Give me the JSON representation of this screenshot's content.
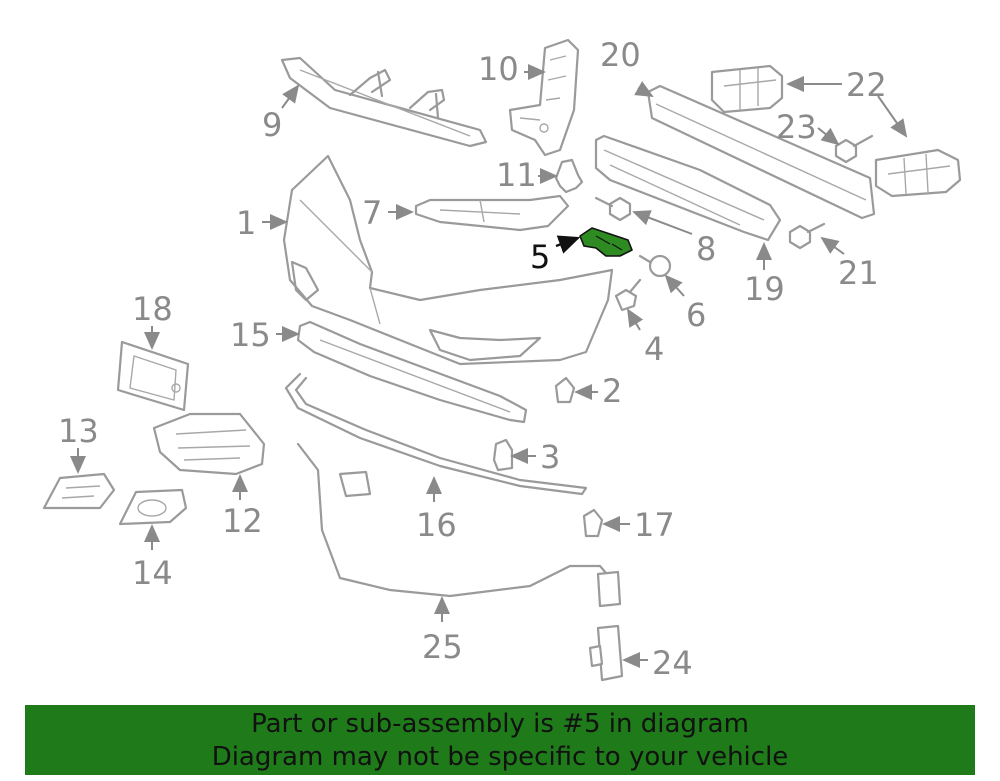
{
  "callouts": [
    {
      "id": "1",
      "text": "1"
    },
    {
      "id": "2",
      "text": "2"
    },
    {
      "id": "3",
      "text": "3"
    },
    {
      "id": "4",
      "text": "4"
    },
    {
      "id": "5",
      "text": "5"
    },
    {
      "id": "6",
      "text": "6"
    },
    {
      "id": "7",
      "text": "7"
    },
    {
      "id": "8",
      "text": "8"
    },
    {
      "id": "9",
      "text": "9"
    },
    {
      "id": "10",
      "text": "10"
    },
    {
      "id": "11",
      "text": "11"
    },
    {
      "id": "12",
      "text": "12"
    },
    {
      "id": "13",
      "text": "13"
    },
    {
      "id": "14",
      "text": "14"
    },
    {
      "id": "15",
      "text": "15"
    },
    {
      "id": "16",
      "text": "16"
    },
    {
      "id": "17",
      "text": "17"
    },
    {
      "id": "18",
      "text": "18"
    },
    {
      "id": "19",
      "text": "19"
    },
    {
      "id": "20",
      "text": "20"
    },
    {
      "id": "21",
      "text": "21"
    },
    {
      "id": "22",
      "text": "22"
    },
    {
      "id": "23",
      "text": "23"
    },
    {
      "id": "24",
      "text": "24"
    },
    {
      "id": "25",
      "text": "25"
    }
  ],
  "highlighted_part": "5",
  "colors": {
    "highlight": "#2e8b22",
    "banner": "#1f7a1a",
    "line": "#9a9a9a"
  },
  "banner": {
    "line1": "Part or sub-assembly is #5 in diagram",
    "line2": "Diagram may not be specific to your vehicle"
  }
}
